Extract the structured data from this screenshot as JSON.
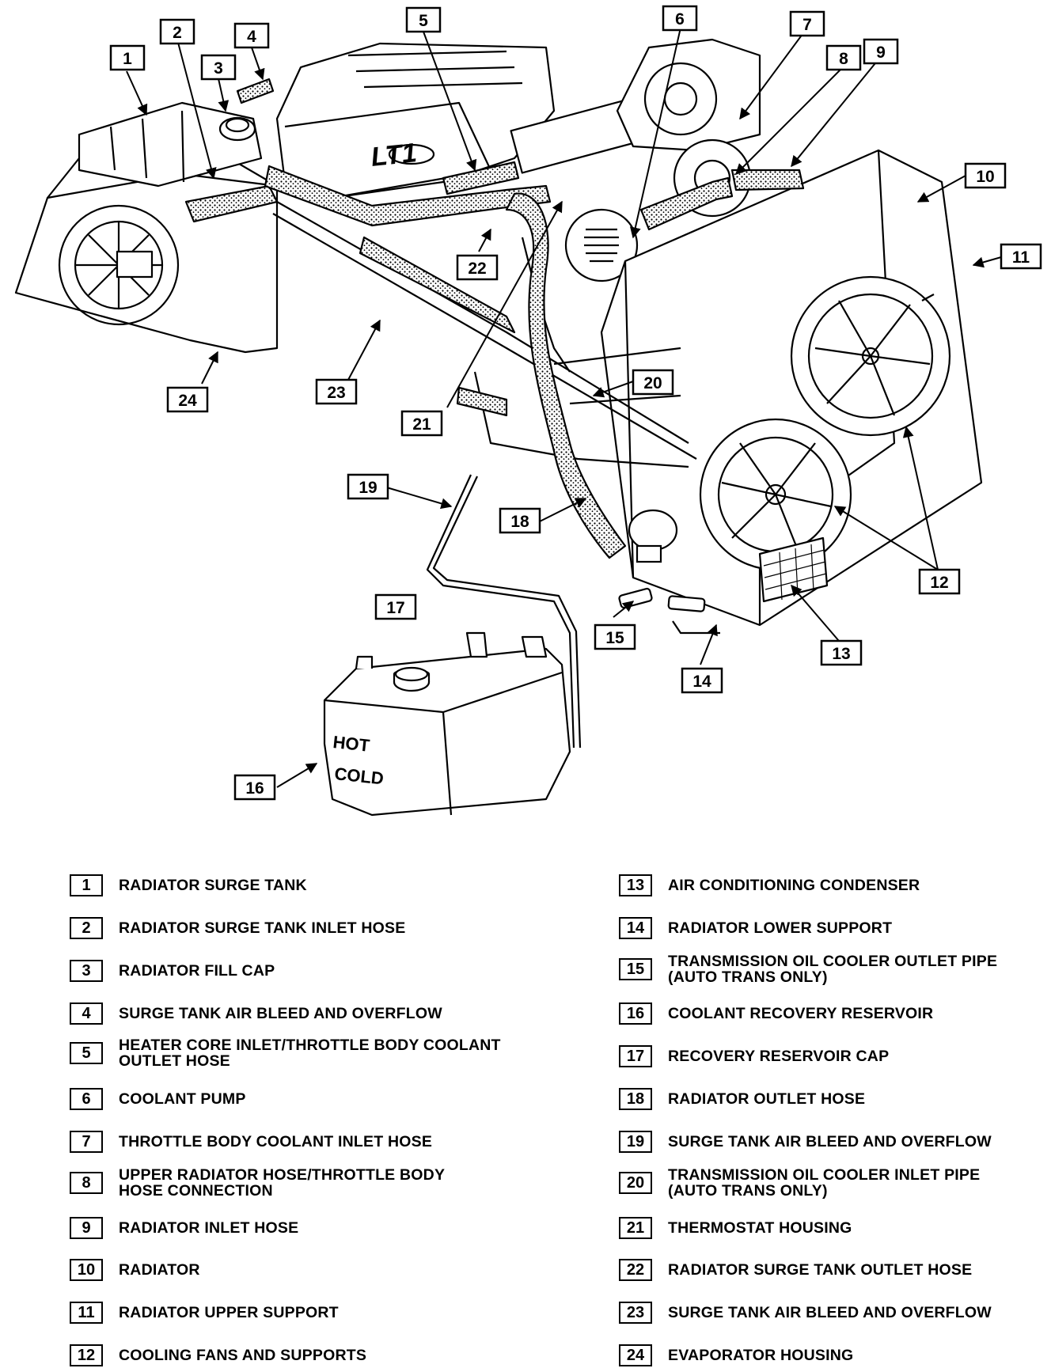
{
  "callouts": [
    {
      "n": "1"
    },
    {
      "n": "2"
    },
    {
      "n": "3"
    },
    {
      "n": "4"
    },
    {
      "n": "5"
    },
    {
      "n": "6"
    },
    {
      "n": "7"
    },
    {
      "n": "8"
    },
    {
      "n": "9"
    },
    {
      "n": "10"
    },
    {
      "n": "11"
    },
    {
      "n": "12"
    },
    {
      "n": "13"
    },
    {
      "n": "14"
    },
    {
      "n": "15"
    },
    {
      "n": "16"
    },
    {
      "n": "17"
    },
    {
      "n": "18"
    },
    {
      "n": "19"
    },
    {
      "n": "20"
    },
    {
      "n": "21"
    },
    {
      "n": "22"
    },
    {
      "n": "23"
    },
    {
      "n": "24"
    }
  ],
  "engine_text": "LT1",
  "reservoir_text": {
    "hot": "HOT",
    "cold": "COLD"
  },
  "legend": [
    {
      "n": "1",
      "label": "RADIATOR SURGE TANK"
    },
    {
      "n": "2",
      "label": "RADIATOR SURGE TANK INLET HOSE"
    },
    {
      "n": "3",
      "label": "RADIATOR FILL CAP"
    },
    {
      "n": "4",
      "label": "SURGE TANK AIR BLEED AND OVERFLOW"
    },
    {
      "n": "5",
      "label": "HEATER CORE INLET/THROTTLE BODY COOLANT\nOUTLET HOSE"
    },
    {
      "n": "6",
      "label": "COOLANT PUMP"
    },
    {
      "n": "7",
      "label": "THROTTLE BODY COOLANT INLET HOSE"
    },
    {
      "n": "8",
      "label": "UPPER RADIATOR HOSE/THROTTLE BODY\nHOSE CONNECTION"
    },
    {
      "n": "9",
      "label": "RADIATOR INLET HOSE"
    },
    {
      "n": "10",
      "label": "RADIATOR"
    },
    {
      "n": "11",
      "label": "RADIATOR UPPER SUPPORT"
    },
    {
      "n": "12",
      "label": "COOLING FANS AND SUPPORTS"
    },
    {
      "n": "13",
      "label": "AIR CONDITIONING CONDENSER"
    },
    {
      "n": "14",
      "label": "RADIATOR LOWER SUPPORT"
    },
    {
      "n": "15",
      "label": "TRANSMISSION OIL COOLER OUTLET PIPE\n(AUTO TRANS ONLY)"
    },
    {
      "n": "16",
      "label": "COOLANT RECOVERY RESERVOIR"
    },
    {
      "n": "17",
      "label": "RECOVERY RESERVOIR CAP"
    },
    {
      "n": "18",
      "label": "RADIATOR OUTLET HOSE"
    },
    {
      "n": "19",
      "label": "SURGE TANK AIR BLEED AND OVERFLOW"
    },
    {
      "n": "20",
      "label": "TRANSMISSION OIL COOLER INLET PIPE\n(AUTO TRANS ONLY)"
    },
    {
      "n": "21",
      "label": "THERMOSTAT HOUSING"
    },
    {
      "n": "22",
      "label": "RADIATOR SURGE TANK OUTLET HOSE"
    },
    {
      "n": "23",
      "label": "SURGE TANK AIR BLEED AND OVERFLOW"
    },
    {
      "n": "24",
      "label": "EVAPORATOR HOUSING"
    }
  ]
}
